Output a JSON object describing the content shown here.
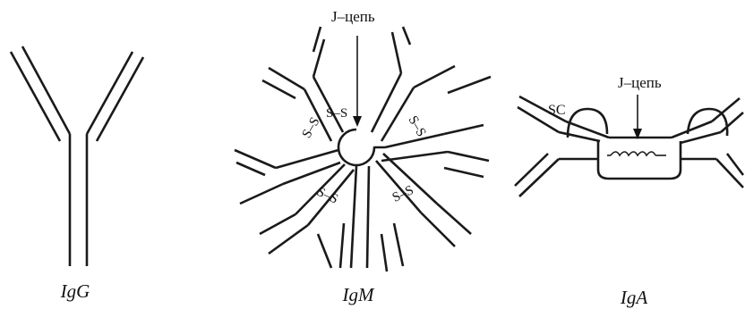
{
  "labels": {
    "igg": "IgG",
    "igm": "IgM",
    "iga": "IgA",
    "j_chain_igm": "J–цепь",
    "j_chain_iga": "J–цепь",
    "secretory_component": "SC",
    "disulfide": "S–S"
  }
}
